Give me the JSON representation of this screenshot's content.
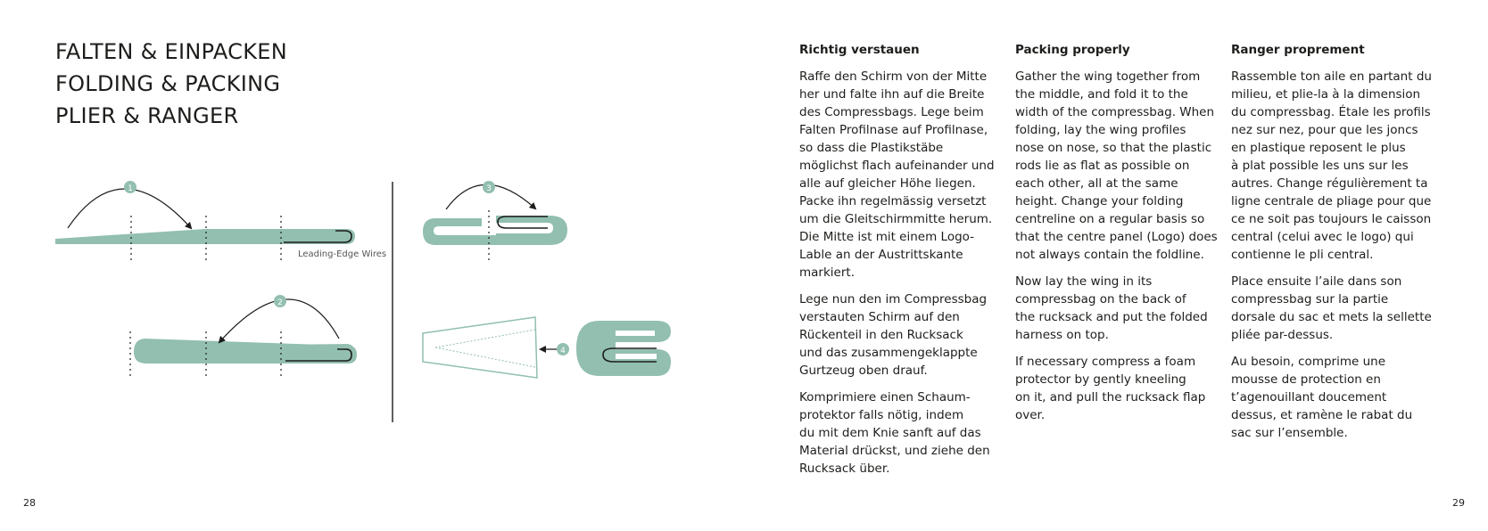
{
  "page": {
    "left_number": "28",
    "right_number": "29"
  },
  "title": {
    "line1": "FALTEN & EINPACKEN",
    "line2": "FOLDING & PACKING",
    "line3": "PLIER & RANGER"
  },
  "diagram": {
    "wires_label": "Leading-Edge Wires",
    "steps": [
      "1",
      "2",
      "3",
      "4"
    ],
    "colors": {
      "wing": "#92bfb0",
      "line": "#1d1d1b"
    }
  },
  "columns": [
    {
      "heading": "Richtig verstauen",
      "paragraphs": [
        "Raffe den Schirm von der Mitte\nher und falte ihn auf die Breite\ndes Compressbags. Lege beim\nFalten Profilnase auf Profilnase,\nso dass die Plastikstäbe\nmöglichst flach aufeinander und\nalle auf gleicher Höhe liegen.\nPacke ihn regelmässig versetzt\num die Gleitschirmmitte herum.\nDie Mitte ist mit einem Logo-\nLable an der Austrittskante\nmarkiert.",
        "Lege nun den im Compressbag\nverstauten Schirm auf den\nRückenteil in den Rucksack\nund das zusammengeklappte\nGurtzeug oben drauf.",
        "Komprimiere einen Schaum-\nprotektor falls nötig, indem\ndu mit dem Knie sanft auf das\nMaterial drückst, und ziehe den\nRucksack über."
      ]
    },
    {
      "heading": "Packing properly",
      "paragraphs": [
        "Gather the wing together from\nthe middle, and fold it to the\nwidth of the compressbag. When\nfolding, lay the wing profiles\nnose on nose, so that the plastic\nrods lie as flat as possible on\neach other, all at the same\nheight. Change your folding\ncentreline on a regular basis so\nthat the centre panel (Logo) does\nnot always contain the foldline.",
        "Now lay the wing in its\ncompressbag on the back of\nthe rucksack and put the folded\nharness on top.",
        "If necessary compress a foam\nprotector by gently kneeling\non it, and pull the rucksack flap\nover."
      ]
    },
    {
      "heading": "Ranger proprement",
      "paragraphs": [
        "Rassemble ton aile en partant du\nmilieu, et plie-la à la dimension\ndu compressbag. Étale les profils\nnez sur nez, pour que les joncs\nen plastique reposent le plus\nà plat possible les uns sur les\nautres. Change régulièrement ta\nligne centrale de pliage pour que\nce ne soit pas toujours le caisson\ncentral (celui avec le logo) qui\ncontienne le pli central.",
        "Place ensuite l’aile dans son\ncompressbag sur la partie\ndorsale du sac et mets la sellette\npliée par-dessus.",
        "Au besoin, comprime une\nmousse de protection en\nt’agenouillant doucement\ndessus, et ramène le rabat du\nsac sur l’ensemble."
      ]
    }
  ]
}
